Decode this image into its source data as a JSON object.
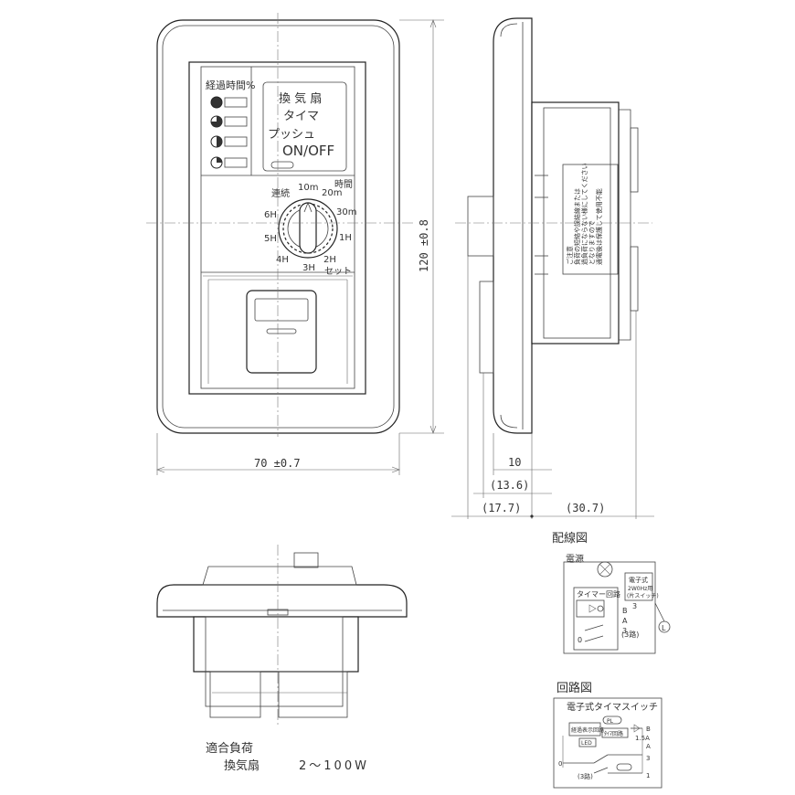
{
  "front_panel": {
    "elapsed_label": "経過時間%",
    "title_line1": "換 気 扇",
    "title_line2": "タイマ",
    "push_label": "プッシュ",
    "onoff_label": "ON/OFF",
    "dial_marks": [
      "連続",
      "10m",
      "20m",
      "30m",
      "1H",
      "2H",
      "3H",
      "4H",
      "5H",
      "6H"
    ],
    "time_label": "時間",
    "set_label": "セット"
  },
  "dimensions": {
    "height": "120 ±0.8",
    "width": "70 ±0.7",
    "d10": "10",
    "d13_6": "(13.6)",
    "d17_7": "(17.7)",
    "d30_7": "(30.7)"
  },
  "side_label": [
    "ご注意",
    "負荷の短絡や誤結線または",
    "過負荷にならない様にしてください",
    "となりますので",
    "通電後は保護して使用不能"
  ],
  "wiring": {
    "title": "配線図",
    "power": "電源",
    "timer_circuit": "タイマー回路",
    "switch_label": "電子式",
    "switch_sub": "2W0Hz用",
    "switch_sub2": "(片スイッチ)",
    "three_way": "(3路)",
    "terminals": [
      "B",
      "A",
      "3",
      "0"
    ],
    "lamp": "L",
    "num3": "3"
  },
  "circuit": {
    "title": "回路図",
    "subtitle": "電子式タイマスイッチ",
    "box1": "経過表示回路",
    "box2": "LED",
    "box3": "ﾀｲﾏ回路",
    "rating": "1.5A",
    "terminals": [
      "B",
      "A",
      "3",
      "1"
    ],
    "zero": "0",
    "three_way": "(3路)",
    "pl": "PL"
  },
  "applicable_load": {
    "label": "適合負荷",
    "item": "換気扇",
    "range": "2～100W"
  }
}
